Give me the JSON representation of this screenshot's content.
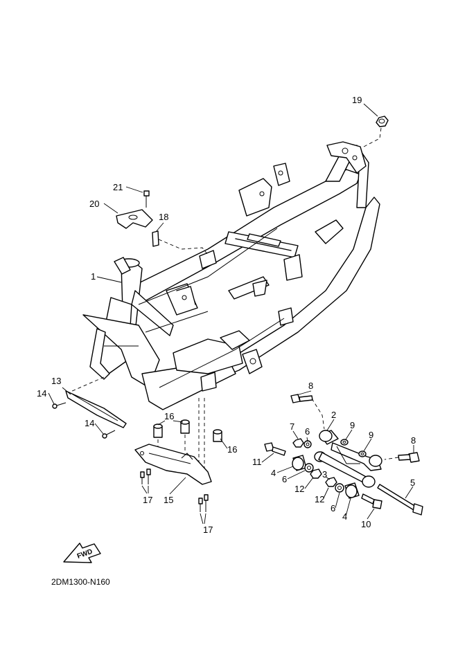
{
  "diagram": {
    "code": "2DM1300-N160",
    "fwd_text": "FWD",
    "callouts": [
      {
        "id": "c19",
        "text": "19"
      },
      {
        "id": "c21",
        "text": "21"
      },
      {
        "id": "c20",
        "text": "20"
      },
      {
        "id": "c18",
        "text": "18"
      },
      {
        "id": "c1",
        "text": "1"
      },
      {
        "id": "c13",
        "text": "13"
      },
      {
        "id": "c14a",
        "text": "14"
      },
      {
        "id": "c14b",
        "text": "14"
      },
      {
        "id": "c16a",
        "text": "16"
      },
      {
        "id": "c16b",
        "text": "16"
      },
      {
        "id": "c17a",
        "text": "17"
      },
      {
        "id": "c15",
        "text": "15"
      },
      {
        "id": "c17b",
        "text": "17"
      },
      {
        "id": "c8a",
        "text": "8"
      },
      {
        "id": "c2",
        "text": "2"
      },
      {
        "id": "c7",
        "text": "7"
      },
      {
        "id": "c6a",
        "text": "6"
      },
      {
        "id": "c9a",
        "text": "9"
      },
      {
        "id": "c9b",
        "text": "9"
      },
      {
        "id": "c8b",
        "text": "8"
      },
      {
        "id": "c11",
        "text": "11"
      },
      {
        "id": "c4a",
        "text": "4"
      },
      {
        "id": "c6b",
        "text": "6"
      },
      {
        "id": "c12a",
        "text": "12"
      },
      {
        "id": "c3",
        "text": "3"
      },
      {
        "id": "c5",
        "text": "5"
      },
      {
        "id": "c12b",
        "text": "12"
      },
      {
        "id": "c6c",
        "text": "6"
      },
      {
        "id": "c4b",
        "text": "4"
      },
      {
        "id": "c10",
        "text": "10"
      }
    ]
  }
}
